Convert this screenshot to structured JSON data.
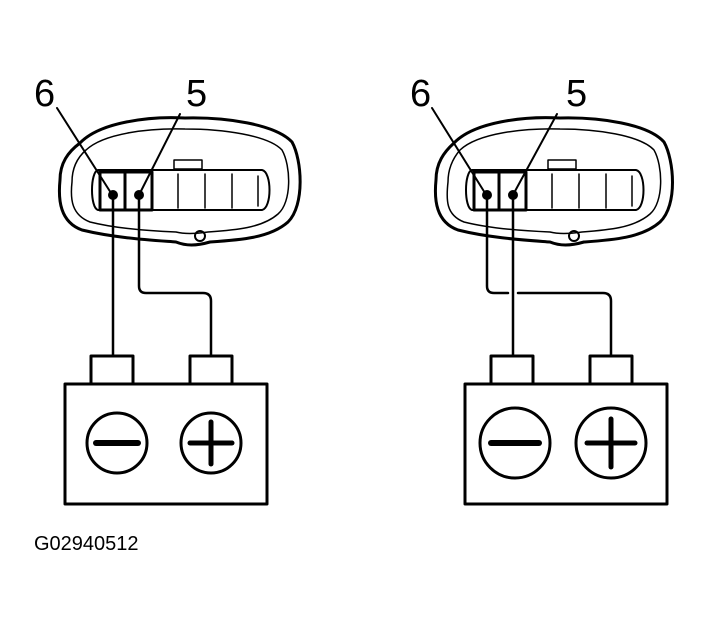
{
  "figure_code": "G02940512",
  "colors": {
    "ink": "#000000",
    "paper": "#ffffff"
  },
  "diagrams": [
    {
      "terminal_labels": {
        "left": "6",
        "right": "5"
      },
      "battery": {
        "negative_symbol": "minus-icon",
        "positive_symbol": "plus-icon"
      }
    },
    {
      "terminal_labels": {
        "left": "6",
        "right": "5"
      },
      "battery": {
        "negative_symbol": "minus-icon",
        "positive_symbol": "plus-icon"
      }
    }
  ]
}
